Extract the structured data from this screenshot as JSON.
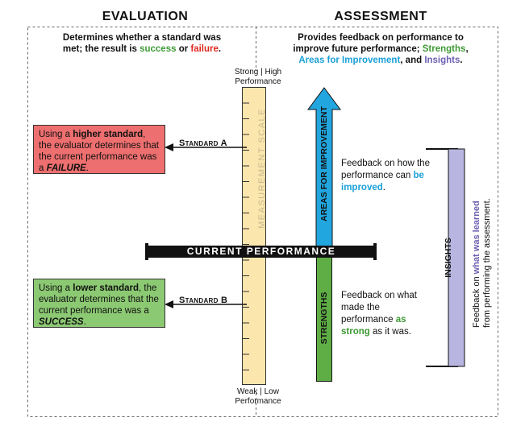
{
  "headings": {
    "evaluation": "EVALUATION",
    "assessment": "ASSESSMENT"
  },
  "evaluation": {
    "desc_line1": "Determines whether a standard was",
    "desc_line2_pre": "met; the result is ",
    "desc_success": "success",
    "desc_or": " or ",
    "desc_failure": "failure",
    "desc_end": "."
  },
  "assessment": {
    "desc_line1": "Provides feedback on performance to",
    "desc_line2_pre": "improve future performance; ",
    "desc_strengths": "Strengths",
    "desc_comma": ",",
    "desc_afi": "Areas for Improvement",
    "desc_and": ", and ",
    "desc_insights": "Insights",
    "desc_end": "."
  },
  "scale": {
    "top_label_1": "Strong | High",
    "top_label_2": "Performance",
    "bottom_label_1": "Weak | Low",
    "bottom_label_2": "Performance",
    "vertical_label": "MEASUREMENT SCALE"
  },
  "current_performance": "CURRENT PERFORMANCE",
  "standard_a": {
    "label": "Standard A",
    "box_pre": "Using a ",
    "box_bold": "higher standard",
    "box_mid": ", the evaluator determines that the current performance was a ",
    "box_result": "FAILURE",
    "box_end": "."
  },
  "standard_b": {
    "label": "Standard B",
    "box_pre": "Using a ",
    "box_bold": "lower standard",
    "box_mid": ", the evaluator determines that the current performance was a ",
    "box_result": "SUCCESS",
    "box_end": "."
  },
  "arrows": {
    "improvement": "AREAS FOR IMPROVEMENT",
    "strengths": "STRENGTHS",
    "insights": "INSIGHTS"
  },
  "feedback": {
    "improve_pre": "Feedback on how the performance can ",
    "improve_hl": "be improved",
    "improve_end": ".",
    "strong_pre": "Feedback on what made the performance ",
    "strong_hl": "as strong",
    "strong_end": " as it was."
  },
  "insights_text": {
    "line1_pre": "Feedback on ",
    "line1_hl": "what was learned",
    "line2": "from performing the assessment."
  },
  "colors": {
    "failure_box": "#ee6f6f",
    "success_box": "#8cc973",
    "scale_fill": "#fbe6ad",
    "improvement_arrow": "#22a6df",
    "strengths_bar": "#5fae45",
    "insights_bar": "#b8b6e0"
  }
}
